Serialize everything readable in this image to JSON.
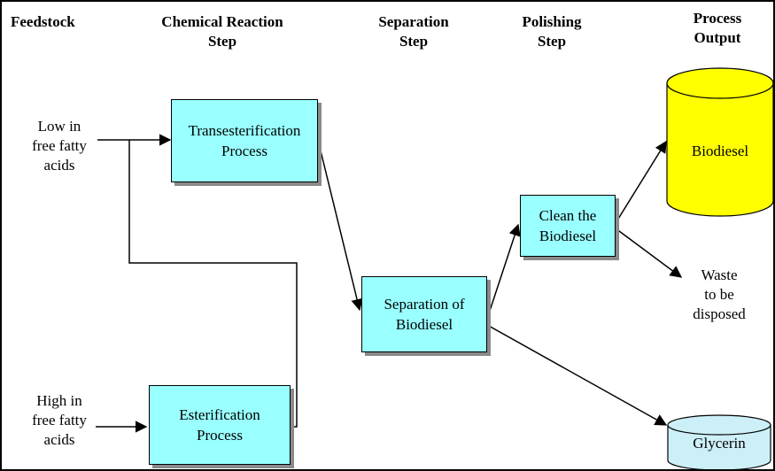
{
  "headers": {
    "feedstock": "Feedstock",
    "reaction": "Chemical Reaction\nStep",
    "separation": "Separation\nStep",
    "polishing": "Polishing\nStep",
    "output": "Process\nOutput"
  },
  "inputs": {
    "low_ffa": "Low in\nfree fatty\nacids",
    "high_ffa": "High in\nfree fatty\nacids"
  },
  "boxes": {
    "transesterification": "Transesterification\nProcess",
    "esterification": "Esterification\nProcess",
    "separation": "Separation of\nBiodiesel",
    "clean": "Clean the\nBiodiesel"
  },
  "outputs": {
    "biodiesel": "Biodiesel",
    "waste": "Waste\nto be\ndisposed",
    "glycerin": "Glycerin"
  },
  "colors": {
    "box_fill": "#99ffff",
    "biodiesel_fill": "#ffff00",
    "glycerin_fill": "#cdeff7",
    "shadow": "#8a8a8a"
  }
}
